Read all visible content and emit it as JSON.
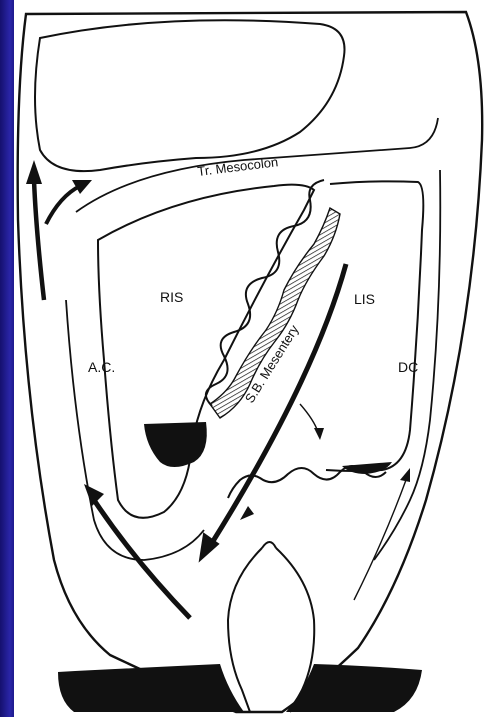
{
  "diagram": {
    "labels": {
      "transverse_mesocolon": "Tr. Mesocolon",
      "ris": "RIS",
      "lis": "LIS",
      "ac": "A.C.",
      "dc": "DC",
      "sb_mesentery": "S.B. Mesentery"
    },
    "colors": {
      "frame": "#1e1a8c",
      "background": "#ffffff",
      "ink": "#111111"
    }
  }
}
